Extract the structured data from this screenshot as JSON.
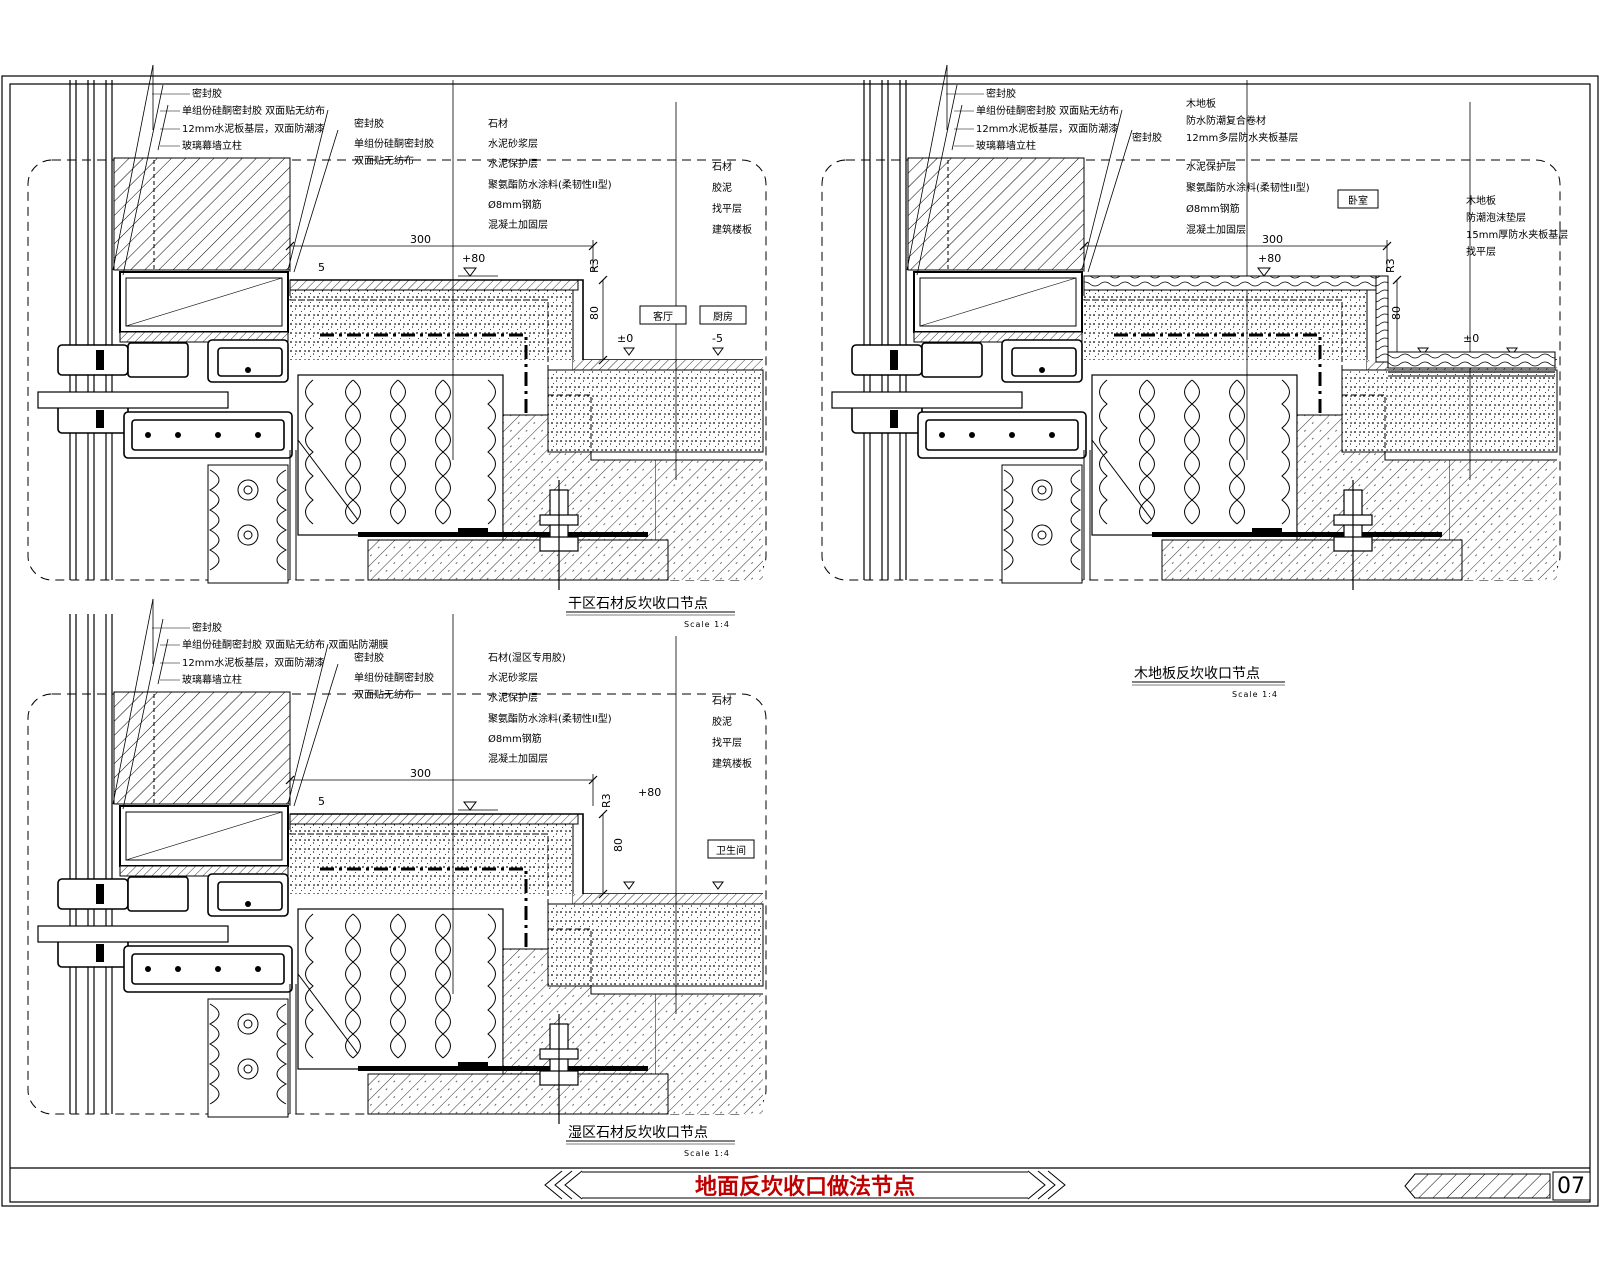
{
  "sheet": {
    "main_title": "地面反坎收口做法节点",
    "page_number": "07",
    "accent_color": "#c00000"
  },
  "details": [
    {
      "title": "干区石材反坎收口节点",
      "scale": "Scale 1:4",
      "left_labels": [
        "密封胶",
        "单组份硅酮密封胶 双面贴无纺布",
        "12mm水泥板基层，双面防潮漆",
        "玻璃幕墙立柱"
      ],
      "mid_labels": [
        "密封胶",
        "单组份硅酮密封胶",
        "双面贴无纺布"
      ],
      "right_labels": [
        "石材",
        "水泥砂浆层",
        "水泥保护层",
        "聚氨酯防水涂料(柔韧性II型)",
        "Ø8mm钢筋",
        "混凝土加固层"
      ],
      "far_labels": [
        "石材",
        "胶泥",
        "找平层",
        "建筑楼板"
      ],
      "dim_width": "300",
      "dim_height": "80",
      "level_top": "+80",
      "level_zero": "±0",
      "level_minus": "-5",
      "radius": "R3",
      "gap": "5",
      "room_tags": [
        "客厅",
        "厨房"
      ]
    },
    {
      "title": "湿区石材反坎收口节点",
      "scale": "Scale 1:4",
      "left_labels": [
        "密封胶",
        "单组份硅酮密封胶 双面贴无纺布 双面贴防潮膜",
        "12mm水泥板基层，双面防潮漆",
        "玻璃幕墙立柱"
      ],
      "mid_labels": [
        "密封胶",
        "单组份硅酮密封胶",
        "双面贴无纺布"
      ],
      "right_labels": [
        "石材(湿区专用胶)",
        "水泥砂浆层",
        "水泥保护层",
        "聚氨酯防水涂料(柔韧性II型)",
        "Ø8mm钢筋",
        "混凝土加固层"
      ],
      "far_labels": [
        "石材",
        "胶泥",
        "找平层",
        "建筑楼板"
      ],
      "dim_width": "300",
      "dim_height": "80",
      "level_top": "+80",
      "radius": "R3",
      "gap": "5",
      "room_tags": [
        "卫生间"
      ]
    },
    {
      "title": "木地板反坎收口节点",
      "scale": "Scale 1:4",
      "left_labels": [
        "密封胶",
        "单组份硅酮密封胶 双面贴无纺布",
        "12mm水泥板基层，双面防潮漆",
        "玻璃幕墙立柱"
      ],
      "mid_labels": [
        "密封胶"
      ],
      "right_labels": [
        "木地板",
        "防水防潮复合卷材",
        "12mm多层防水夹板基层",
        "水泥保护层",
        "聚氨酯防水涂料(柔韧性II型)",
        "Ø8mm钢筋",
        "混凝土加固层"
      ],
      "far_labels": [
        "木地板",
        "防潮泡沫垫层",
        "15mm厚防水夹板基层",
        "找平层"
      ],
      "dim_width": "300",
      "dim_height": "80",
      "level_top": "+80",
      "level_zero": "±0",
      "radius": "R3",
      "room_tags": [
        "卧室"
      ]
    }
  ]
}
